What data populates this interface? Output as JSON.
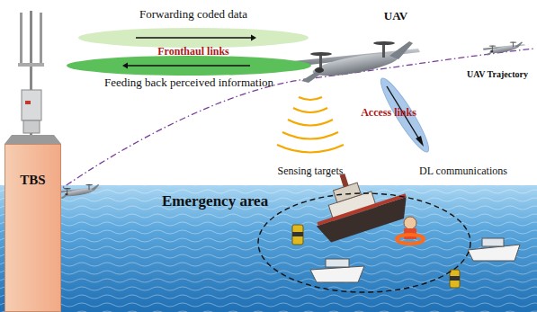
{
  "diagram": {
    "nodes": [
      {
        "text": [
          "TBS"
        ]
      },
      {
        "text": [
          "Forwarding coded data"
        ]
      },
      {
        "text": [
          "Feeding back perceived information"
        ]
      },
      {
        "text": [
          "Emergency area"
        ]
      }
    ],
    "labels": [
      "Fronthaul links",
      "UAV",
      "UAV Trajectory",
      "Access links",
      "Sensing targets",
      "DL communications"
    ]
  }
}
